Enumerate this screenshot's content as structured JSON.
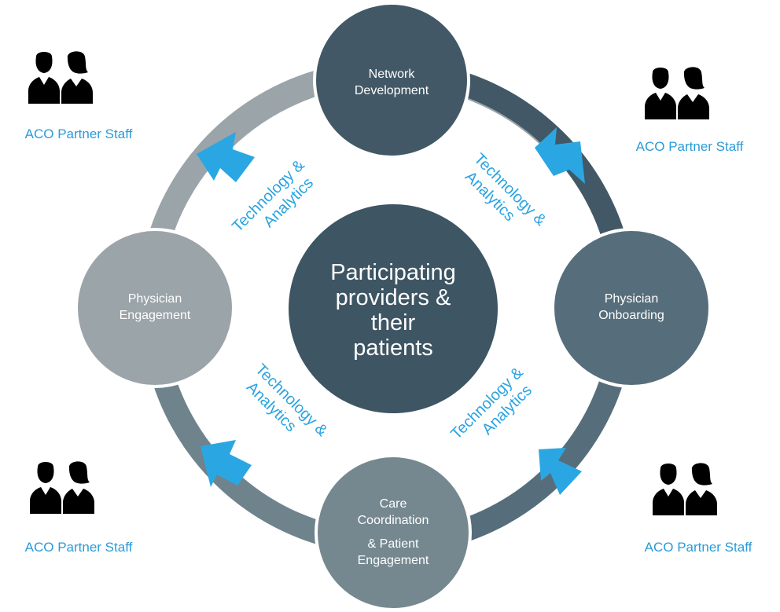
{
  "colors": {
    "accent": "#29a3e0",
    "arrow": "#2aa7e3",
    "center": "#3e5563",
    "network": "#425866",
    "onboarding": "#566e7b",
    "care": "#75888f",
    "engagement": "#9aa4a9"
  },
  "center": {
    "line1": "Participating",
    "line2": "providers  &",
    "line3": "their",
    "line4": "patients"
  },
  "nodes": {
    "network": {
      "line1": "Network",
      "line2": "Development"
    },
    "onboarding": {
      "line1": "Physician",
      "line2": "Onboarding"
    },
    "care": {
      "line1": "Care",
      "line2": "Coordination",
      "line3": "& Patient",
      "line4": "Engagement"
    },
    "engagement": {
      "line1": "Physician",
      "line2": "Engagement"
    }
  },
  "arc_labels": {
    "top_right": {
      "line1": "Technology &",
      "line2": "Analytics"
    },
    "bottom_right": {
      "line1": "Technology &",
      "line2": "Analytics"
    },
    "bottom_left": {
      "line1": "Technology &",
      "line2": "Analytics"
    },
    "top_left": {
      "line1": "Technology &",
      "line2": "Analytics"
    }
  },
  "staff": {
    "top_left": {
      "label": "ACO Partner Staff",
      "icon": "doctors-icon"
    },
    "top_right": {
      "label": "ACO Partner Staff",
      "icon": "doctors-icon"
    },
    "bottom_left": {
      "label": "ACO Partner Staff",
      "icon": "doctors-icon"
    },
    "bottom_right": {
      "label": "ACO Partner Staff",
      "icon": "doctors-icon"
    }
  }
}
